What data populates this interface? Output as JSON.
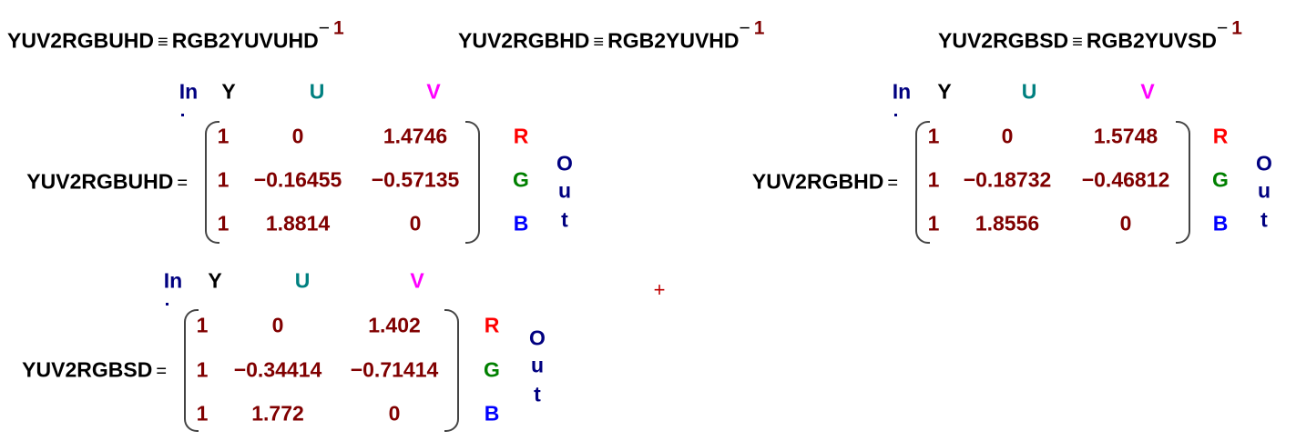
{
  "definitions": [
    {
      "lhs": "YUV2RGBUHD",
      "op": "≡",
      "rhs": "RGB2YUVUHD",
      "exp_sign": "−",
      "exp": "1"
    },
    {
      "lhs": "YUV2RGBHD",
      "op": "≡",
      "rhs": "RGB2YUVHD",
      "exp_sign": "−",
      "exp": "1"
    },
    {
      "lhs": "YUV2RGBSD",
      "op": "≡",
      "rhs": "RGB2YUVSD",
      "exp_sign": "−",
      "exp": "1"
    }
  ],
  "matrices": [
    {
      "name": "YUV2RGBUHD",
      "op": "=",
      "in_label": "In",
      "col_headers": [
        "Y",
        "U",
        "V"
      ],
      "row_labels": [
        "R",
        "G",
        "B"
      ],
      "out_label": [
        "O",
        "u",
        "t"
      ],
      "rows": [
        [
          "1",
          "0",
          "1.4746"
        ],
        [
          "1",
          "−0.16455",
          "−0.57135"
        ],
        [
          "1",
          "1.8814",
          "0"
        ]
      ]
    },
    {
      "name": "YUV2RGBHD",
      "op": "=",
      "in_label": "In",
      "col_headers": [
        "Y",
        "U",
        "V"
      ],
      "row_labels": [
        "R",
        "G",
        "B"
      ],
      "out_label": [
        "O",
        "u",
        "t"
      ],
      "rows": [
        [
          "1",
          "0",
          "1.5748"
        ],
        [
          "1",
          "−0.18732",
          "−0.46812"
        ],
        [
          "1",
          "1.8556",
          "0"
        ]
      ]
    },
    {
      "name": "YUV2RGBSD",
      "op": "=",
      "in_label": "In",
      "col_headers": [
        "Y",
        "U",
        "V"
      ],
      "row_labels": [
        "R",
        "G",
        "B"
      ],
      "out_label": [
        "O",
        "u",
        "t"
      ],
      "rows": [
        [
          "1",
          "0",
          "1.402"
        ],
        [
          "1",
          "−0.34414",
          "−0.71414"
        ],
        [
          "1",
          "1.772",
          "0"
        ]
      ]
    }
  ],
  "colors": {
    "number": "#800000",
    "Y": "#000000",
    "U": "#008080",
    "V": "#ff00ff",
    "R": "#ff0000",
    "G": "#008000",
    "B": "#0000ff",
    "in_out": "#000080"
  },
  "cursor_glyph": "+"
}
